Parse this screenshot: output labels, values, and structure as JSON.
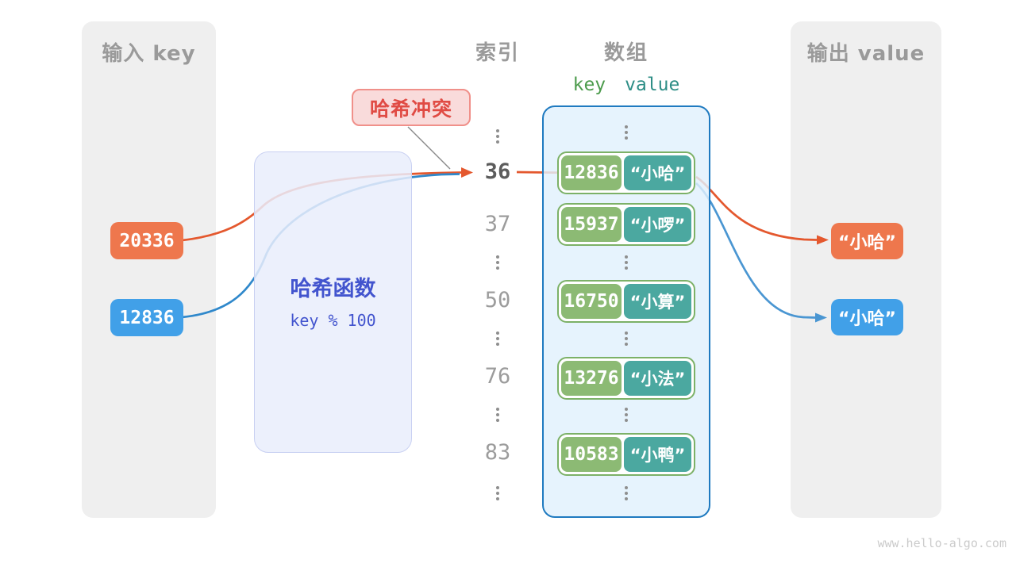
{
  "input_panel": {
    "title": "输入 key",
    "keys": [
      {
        "label": "20336",
        "color": "#ee774d"
      },
      {
        "label": "12836",
        "color": "#41a0e8"
      }
    ]
  },
  "hash_function": {
    "title": "哈希函数",
    "formula": "key % 100"
  },
  "collision": {
    "label": "哈希冲突"
  },
  "index_column": {
    "title": "索引",
    "values": [
      "36",
      "37",
      "50",
      "76",
      "83"
    ],
    "highlighted_value": "36"
  },
  "array_panel": {
    "title": "数组",
    "key_header": "key",
    "value_header": "value",
    "rows": [
      {
        "key": "12836",
        "value": "“小哈”"
      },
      {
        "key": "15937",
        "value": "“小啰”"
      },
      {
        "key": "16750",
        "value": "“小算”"
      },
      {
        "key": "13276",
        "value": "“小法”"
      },
      {
        "key": "10583",
        "value": "“小鸭”"
      }
    ]
  },
  "output_panel": {
    "title": "输出 value",
    "values": [
      {
        "label": "“小哈”",
        "color": "#ee774d"
      },
      {
        "label": "“小哈”",
        "color": "#41a0e8"
      }
    ]
  },
  "watermark": {
    "text": "www.hello-algo.com"
  },
  "colors": {
    "orange_chip": "#ee774d",
    "blue_chip": "#41a0e8",
    "orange_arrow": "#e4582e",
    "blue_arrow": "#2f88cb",
    "key_cell_green": "#8cba74",
    "value_cell_teal": "#4ba8a0",
    "row_border_green": "#7cb167",
    "array_border_blue": "#1f7ac0",
    "hash_text_blue": "#4254ce",
    "collision_red": "#e04b44",
    "panel_gray": "#efefef"
  }
}
